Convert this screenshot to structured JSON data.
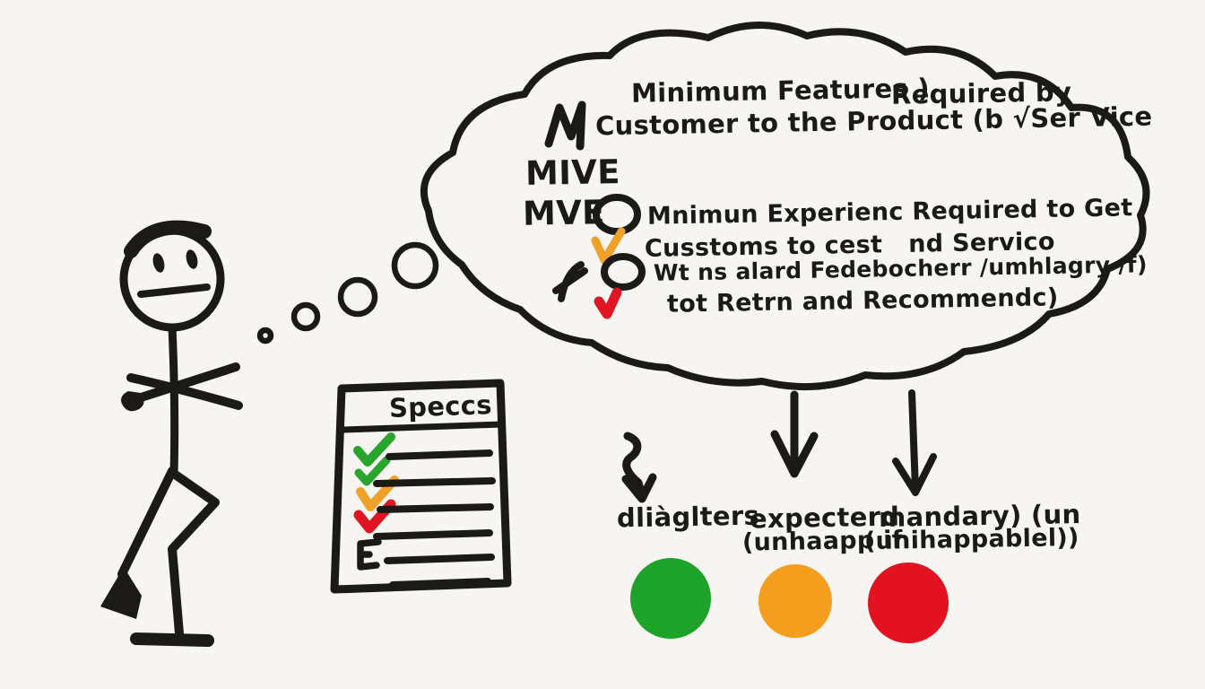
{
  "palette": {
    "ink": "#1b1a18",
    "paper": "#f6f5f2",
    "check_green": "#29a42d",
    "check_orange": "#f0a129",
    "check_red": "#e01521"
  },
  "thought_cloud": {
    "line1": "Minimum Features )",
    "line1b": "Required by",
    "line2": "Customer to the Product (b √Ser Vice",
    "acronym1": "MIVE",
    "acronym2": "MVE",
    "line3": "Mnimun Experienc Required to Get",
    "line4": "Cusstoms to cest   nd Servico",
    "line5": "Wt ns alard Fedebocherr /umhlagry /f)",
    "line6": "tot Retrn and Recommendc)"
  },
  "specs": {
    "title": "Speccs",
    "checks": [
      "green",
      "green",
      "orange",
      "red",
      "bracket"
    ]
  },
  "categories": [
    {
      "label_line1": "dliàglters",
      "label_line2": "",
      "color": "#1ea32a"
    },
    {
      "label_line1": "expecterd",
      "label_line2": "(unhaapp if",
      "color": "#f59e1e"
    },
    {
      "label_line1": "mandary) (un",
      "label_line2": "(unihappablel))",
      "color": "#e31220"
    }
  ],
  "icons": {
    "thought_cloud": "thought-cloud",
    "stick_figure": "thinking-stick-figure",
    "specs_sheet": "checklist-sheet",
    "arrows": [
      "curvy-down-arrow",
      "straight-down-arrow",
      "straight-down-arrow"
    ]
  }
}
